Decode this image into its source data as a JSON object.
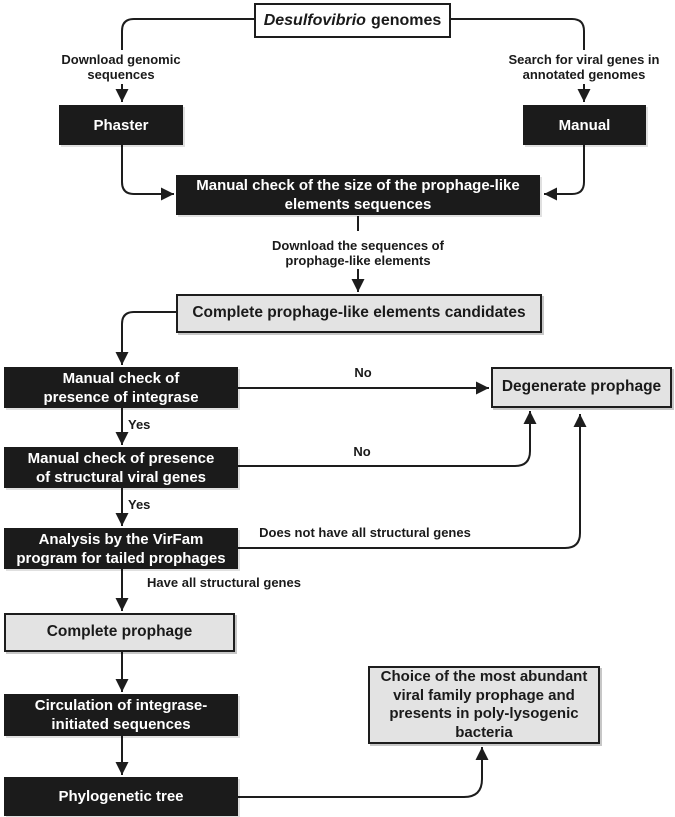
{
  "colors": {
    "node_dark": "#1b1b1b",
    "node_light": "#e3e3e3",
    "line": "#1d1d1d",
    "text_light": "#ffffff",
    "text_dark": "#1a1a1a",
    "background": "#ffffff"
  },
  "diagram": {
    "title": {
      "italic": "Desulfovibrio",
      "rest": "genomes"
    },
    "nodes": {
      "phaster": "Phaster",
      "manual": "Manual",
      "size_check": "Manual check of the size of the prophage-like\nelements sequences",
      "candidates": "Complete prophage-like elements candidates",
      "integrase": "Manual check of\npresence of integrase",
      "degenerate": "Degenerate prophage",
      "structural": "Manual check of presence\nof structural viral genes",
      "virfam": "Analysis by the VirFam\nprogram for tailed prophages",
      "complete": "Complete prophage",
      "circulation": "Circulation of integrase-\ninitiated sequences",
      "phylo": "Phylogenetic tree",
      "choice": "Choice of the most abundant\nviral family prophage and\npresents in poly-lysogenic\nbacteria"
    },
    "edge_labels": {
      "download_genomic": "Download genomic\nsequences",
      "search_viral": "Search for viral genes in\nannotated genomes",
      "download_sequences": "Download the sequences of\nprophage-like elements",
      "no_integrase": "No",
      "yes_integrase": "Yes",
      "no_structural": "No",
      "yes_structural": "Yes",
      "not_all_genes": "Does not have all structural genes",
      "all_genes": "Have all structural genes"
    }
  }
}
